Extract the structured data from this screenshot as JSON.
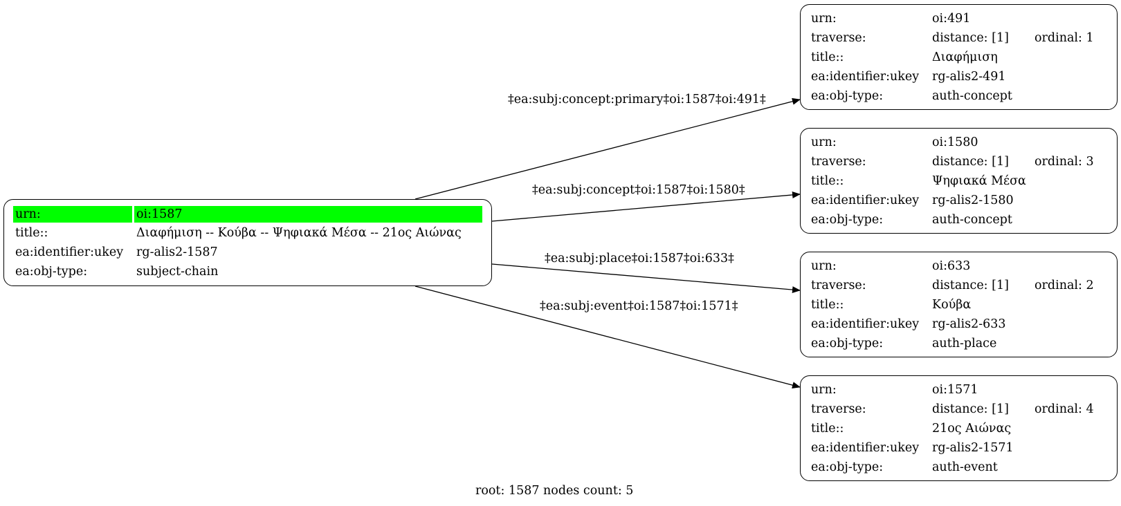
{
  "root_node": {
    "rows": [
      {
        "key": "urn:",
        "value": "oi:1587"
      },
      {
        "key": "title::",
        "value": "Διαφήμιση -- Κούβα -- Ψηφιακά Μέσα -- 21ος Αιώνας"
      },
      {
        "key": "ea:identifier:ukey",
        "value": "rg-alis2-1587"
      },
      {
        "key": "ea:obj-type:",
        "value": "subject-chain"
      }
    ],
    "highlight_color": "#00ff00"
  },
  "child_nodes": [
    {
      "urn_key": "urn:",
      "urn": "oi:491",
      "traverse_key": "traverse:",
      "distance": "distance: [1]",
      "ordinal": "ordinal: 1",
      "title_key": "title::",
      "title": "Διαφήμιση",
      "ukey_key": "ea:identifier:ukey",
      "ukey": "rg-alis2-491",
      "type_key": "ea:obj-type:",
      "type": "auth-concept"
    },
    {
      "urn_key": "urn:",
      "urn": "oi:1580",
      "traverse_key": "traverse:",
      "distance": "distance: [1]",
      "ordinal": "ordinal: 3",
      "title_key": "title::",
      "title": "Ψηφιακά Μέσα",
      "ukey_key": "ea:identifier:ukey",
      "ukey": "rg-alis2-1580",
      "type_key": "ea:obj-type:",
      "type": "auth-concept"
    },
    {
      "urn_key": "urn:",
      "urn": "oi:633",
      "traverse_key": "traverse:",
      "distance": "distance: [1]",
      "ordinal": "ordinal: 2",
      "title_key": "title::",
      "title": "Κούβα",
      "ukey_key": "ea:identifier:ukey",
      "ukey": "rg-alis2-633",
      "type_key": "ea:obj-type:",
      "type": "auth-place"
    },
    {
      "urn_key": "urn:",
      "urn": "oi:1571",
      "traverse_key": "traverse:",
      "distance": "distance: [1]",
      "ordinal": "ordinal: 4",
      "title_key": "title::",
      "title": "21ος Αιώνας",
      "ukey_key": "ea:identifier:ukey",
      "ukey": "rg-alis2-1571",
      "type_key": "ea:obj-type:",
      "type": "auth-event"
    }
  ],
  "edges": [
    {
      "label": "‡ea:subj:concept:primary‡oi:1587‡oi:491‡"
    },
    {
      "label": "‡ea:subj:concept‡oi:1587‡oi:1580‡"
    },
    {
      "label": "‡ea:subj:place‡oi:1587‡oi:633‡"
    },
    {
      "label": "‡ea:subj:event‡oi:1587‡oi:1571‡"
    }
  ],
  "footer": "root: 1587 nodes count: 5"
}
